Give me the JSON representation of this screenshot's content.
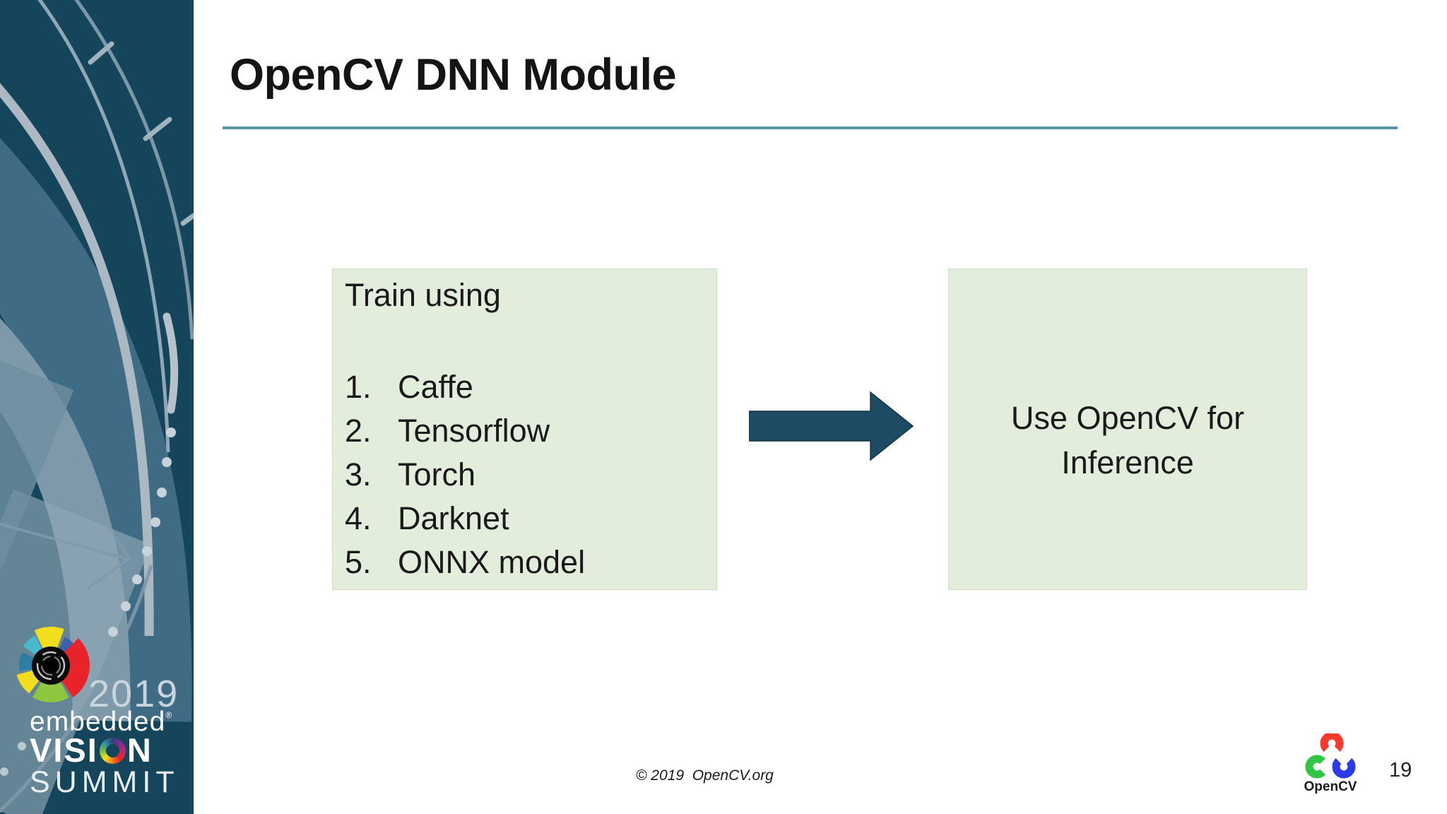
{
  "slide": {
    "title": "OpenCV DNN Module",
    "copyright": "© 2019  OpenCV.org",
    "page_number": "19"
  },
  "left_box": {
    "heading": "Train using",
    "items": [
      {
        "num": "1.",
        "label": "Caffe"
      },
      {
        "num": "2.",
        "label": "Tensorflow"
      },
      {
        "num": "3.",
        "label": "Torch"
      },
      {
        "num": "4.",
        "label": "Darknet"
      },
      {
        "num": "5.",
        "label": "ONNX model"
      }
    ]
  },
  "right_box": {
    "line1": "Use OpenCV for",
    "line2": "Inference"
  },
  "sidebar_logo": {
    "year": "2019",
    "brand": "embedded",
    "trademark": "®",
    "vision_left": "VISI",
    "vision_right": "N",
    "summit": "SUMMIT"
  },
  "opencv_logo": {
    "label": "OpenCV"
  },
  "colors": {
    "sidebar_teal": "#14455B",
    "band_medium": "#3F6B84",
    "band_light": "#7E99A9",
    "arc_light": "#ACB9C3",
    "dot": "#C8D2DA",
    "box_green": "#E2EEDB",
    "box_border": "#CBDDC2",
    "arrow_teal": "#1C4B63",
    "divider": "#5B95A9",
    "title_text": "#141414",
    "body_text": "#1A1A1A",
    "logo_red": "#F93A2B",
    "logo_green": "#2FC742",
    "logo_blue": "#2B3BE8"
  }
}
